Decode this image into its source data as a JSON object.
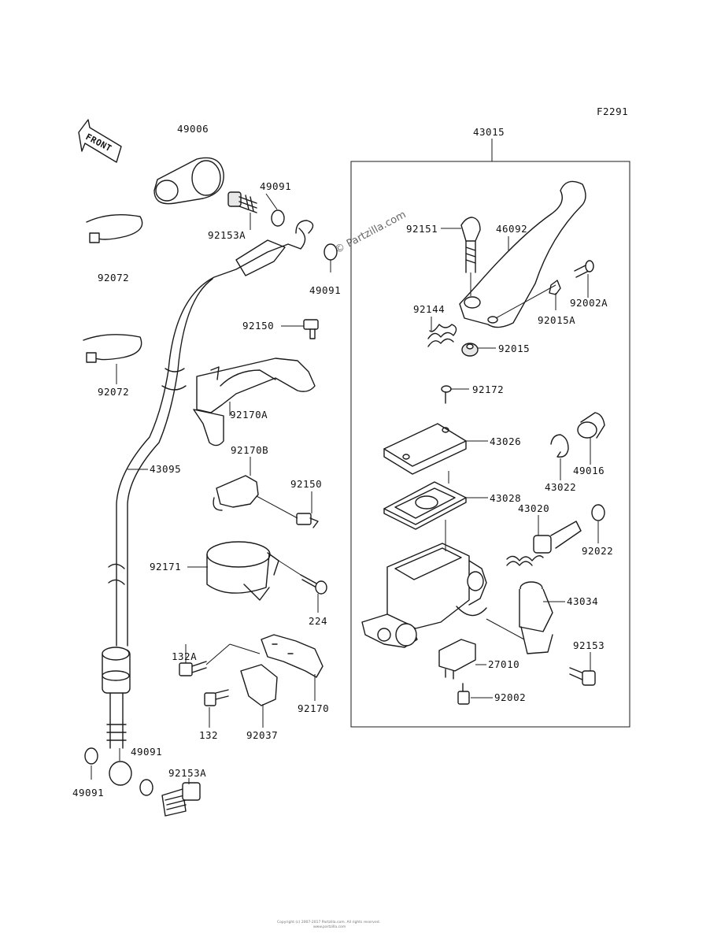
{
  "figure_code": "F2291",
  "front_label": "FRONT",
  "watermark": "© Partzilla.com",
  "footer_line1": "Copyright (c) 2007-2017 Partzilla.com. All rights reserved.",
  "footer_line2": "www.partzilla.com",
  "parts": [
    {
      "id": "p49006",
      "label": "49006"
    },
    {
      "id": "p49091a",
      "label": "49091"
    },
    {
      "id": "p92153Aa",
      "label": "92153A"
    },
    {
      "id": "p92072a",
      "label": "92072"
    },
    {
      "id": "p49091b",
      "label": "49091"
    },
    {
      "id": "p92150a",
      "label": "92150"
    },
    {
      "id": "p92072b",
      "label": "92072"
    },
    {
      "id": "p92170A",
      "label": "92170A"
    },
    {
      "id": "p92170B",
      "label": "92170B"
    },
    {
      "id": "p43095",
      "label": "43095"
    },
    {
      "id": "p92150b",
      "label": "92150"
    },
    {
      "id": "p92171",
      "label": "92171"
    },
    {
      "id": "p224",
      "label": "224"
    },
    {
      "id": "p132A",
      "label": "132A"
    },
    {
      "id": "p92170",
      "label": "92170"
    },
    {
      "id": "p132",
      "label": "132"
    },
    {
      "id": "p92037",
      "label": "92037"
    },
    {
      "id": "p49091c",
      "label": "49091"
    },
    {
      "id": "p92153Ab",
      "label": "92153A"
    },
    {
      "id": "p49091d",
      "label": "49091"
    },
    {
      "id": "p43015",
      "label": "43015"
    },
    {
      "id": "p92151",
      "label": "92151"
    },
    {
      "id": "p46092",
      "label": "46092"
    },
    {
      "id": "p92002A",
      "label": "92002A"
    },
    {
      "id": "p92144",
      "label": "92144"
    },
    {
      "id": "p92015A",
      "label": "92015A"
    },
    {
      "id": "p92015",
      "label": "92015"
    },
    {
      "id": "p92172",
      "label": "92172"
    },
    {
      "id": "p43026",
      "label": "43026"
    },
    {
      "id": "p49016",
      "label": "49016"
    },
    {
      "id": "p43022",
      "label": "43022"
    },
    {
      "id": "p43028",
      "label": "43028"
    },
    {
      "id": "p43020",
      "label": "43020"
    },
    {
      "id": "p92022",
      "label": "92022"
    },
    {
      "id": "p43034",
      "label": "43034"
    },
    {
      "id": "p92153",
      "label": "92153"
    },
    {
      "id": "p27010",
      "label": "27010"
    },
    {
      "id": "p92002",
      "label": "92002"
    }
  ]
}
